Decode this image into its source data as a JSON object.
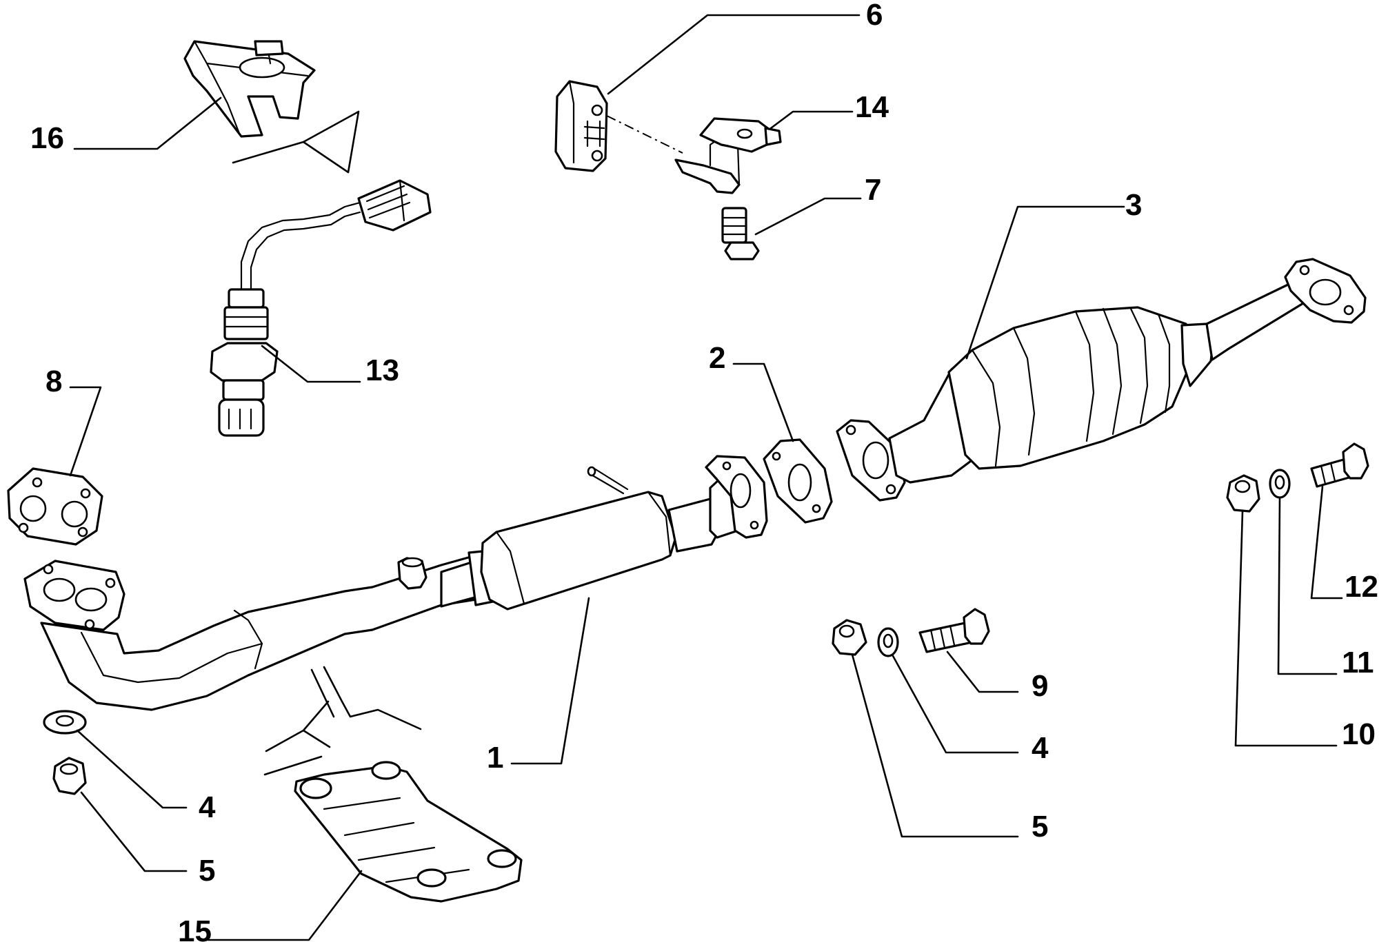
{
  "callouts": [
    {
      "id": "c1",
      "label": "1"
    },
    {
      "id": "c2",
      "label": "2"
    },
    {
      "id": "c3",
      "label": "3"
    },
    {
      "id": "c4a",
      "label": "4"
    },
    {
      "id": "c4b",
      "label": "4"
    },
    {
      "id": "c5a",
      "label": "5"
    },
    {
      "id": "c5b",
      "label": "5"
    },
    {
      "id": "c6",
      "label": "6"
    },
    {
      "id": "c7",
      "label": "7"
    },
    {
      "id": "c8",
      "label": "8"
    },
    {
      "id": "c9",
      "label": "9"
    },
    {
      "id": "c10",
      "label": "10"
    },
    {
      "id": "c11",
      "label": "11"
    },
    {
      "id": "c12",
      "label": "12"
    },
    {
      "id": "c13",
      "label": "13"
    },
    {
      "id": "c14",
      "label": "14"
    },
    {
      "id": "c15",
      "label": "15"
    },
    {
      "id": "c16",
      "label": "16"
    }
  ]
}
